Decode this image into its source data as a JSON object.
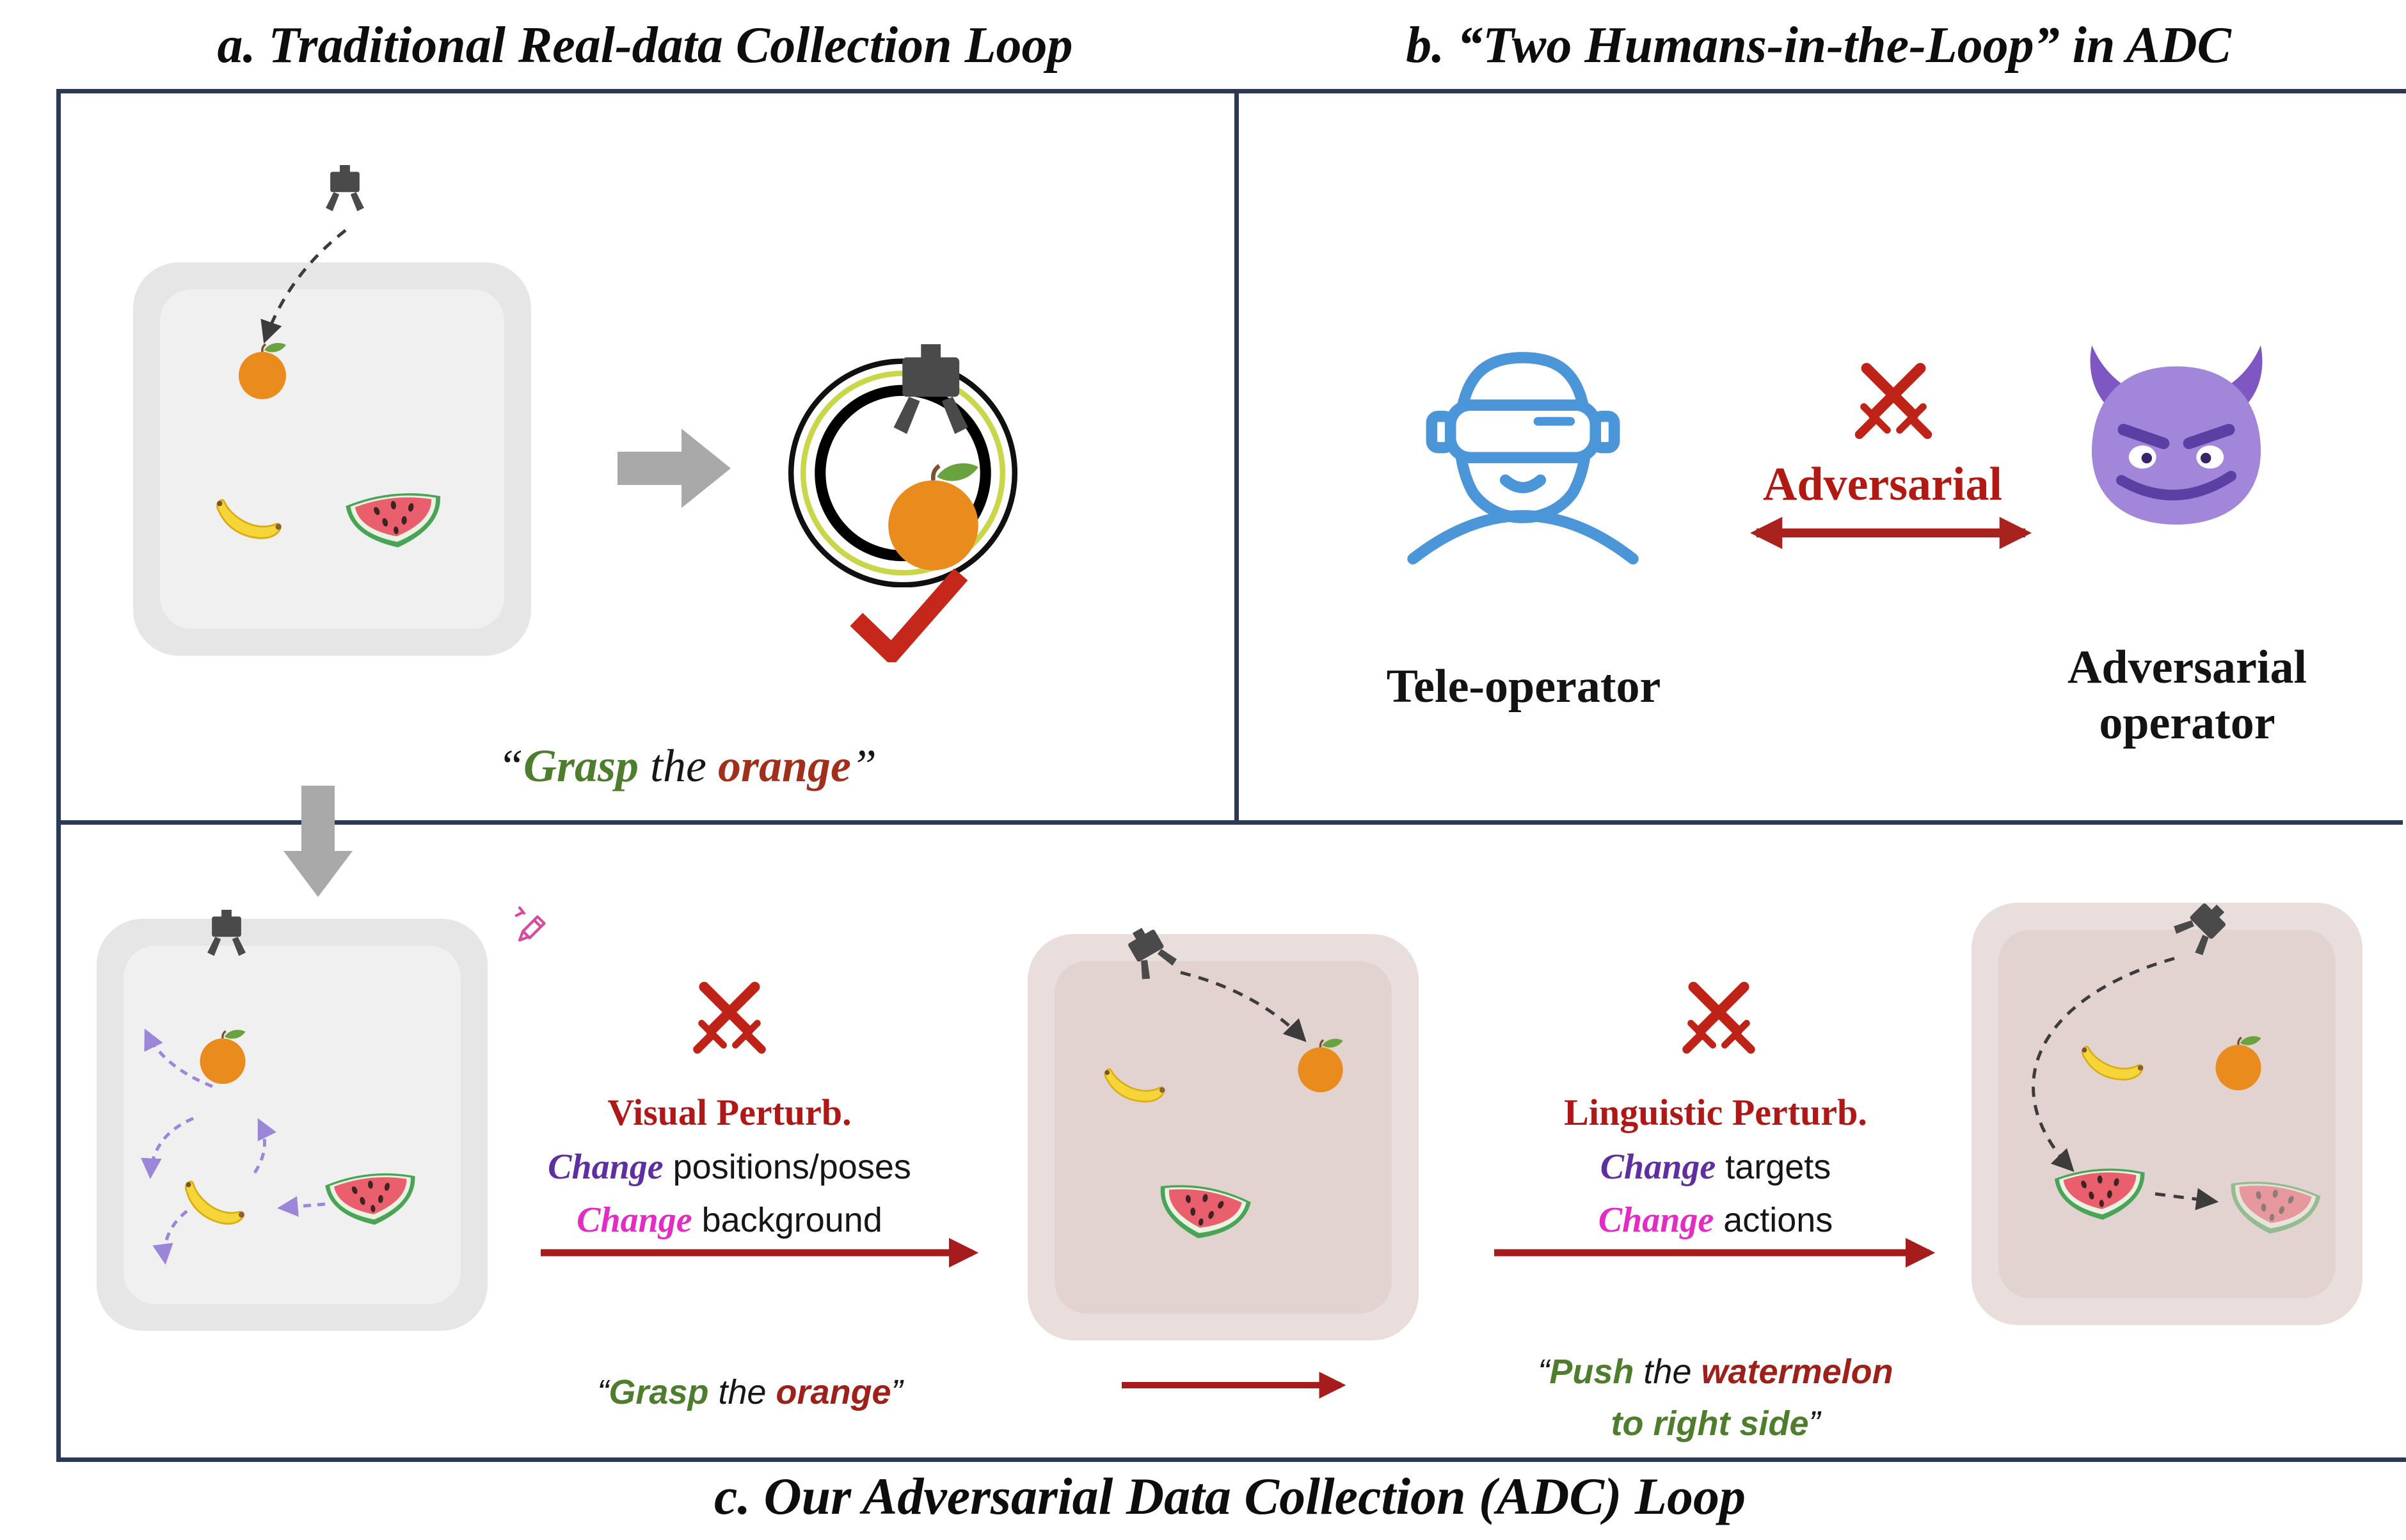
{
  "titles": {
    "panel_a": "a. Traditional Real-data Collection Loop",
    "panel_b": "b. “Two Humans-in-the-Loop” in ADC",
    "panel_c": "c. Our Adversarial Data Collection (ADC) Loop"
  },
  "panel_a": {
    "instruction": {
      "open_quote": "“",
      "verb": "Grasp",
      "connector": " the ",
      "object": "orange",
      "close_quote": "”"
    }
  },
  "panel_b": {
    "tele_operator_label": "Tele-operator",
    "adversarial_label": "Adversarial",
    "adversarial_operator_line1": "Adversarial",
    "adversarial_operator_line2": "operator"
  },
  "panel_c": {
    "visual_perturb": {
      "title": "Visual Perturb.",
      "change_word_1": "Change",
      "line_1_rest": " positions/poses",
      "change_word_2": "Change",
      "line_2_rest": " background"
    },
    "linguistic_perturb": {
      "title": "Linguistic Perturb.",
      "change_word_1": "Change",
      "line_1_rest": " targets",
      "change_word_2": "Change",
      "line_2_rest": " actions"
    },
    "grasp_instruction": {
      "open_quote": "“",
      "verb": "Grasp",
      "connector": " the ",
      "object": "orange",
      "close_quote": "”"
    },
    "push_instruction": {
      "open_quote": "“",
      "verb": "Push",
      "connector": " the ",
      "object": "watermelon",
      "line2": "to right side",
      "close_quote": "”"
    }
  },
  "icons": {
    "robot_gripper": "claw-gripper",
    "camera_lens": "concentric-lens-rings",
    "checkmark": "red-check",
    "vr_teleoperator": "person-with-vr-headset",
    "devil_face": "purple-devil-emoji",
    "crossed_swords": "red-crossed-swords",
    "pencil_edit": "pink-pencil",
    "orange": "orange-fruit",
    "banana": "banana-fruit",
    "watermelon": "watermelon-slice"
  },
  "colors": {
    "panel_border": "#2c3956",
    "dark_red": "#ae1917",
    "arrow_red": "#a61b1b",
    "verb_green": "#4e7d2d",
    "object_red": "#a0301c",
    "change_purple": "#5f2ea0",
    "change_magenta": "#e22cc3",
    "operator_blue": "#4b96d8",
    "devil_purple": "#a186d9",
    "gray_arrow": "#a9a9a9"
  }
}
